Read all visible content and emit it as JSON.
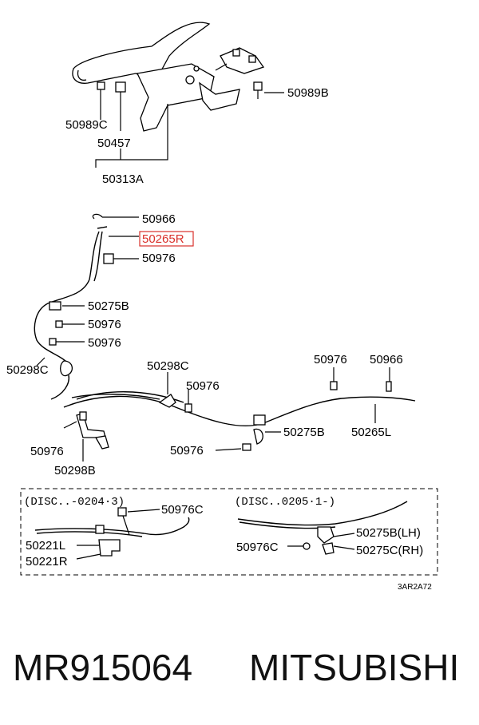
{
  "labels": {
    "l50989B": "50989B",
    "l50989C": "50989C",
    "l50457": "50457",
    "l50313A": "50313A",
    "l50966a": "50966",
    "l50265R": "50265R",
    "l50976a": "50976",
    "l50275Ba": "50275B",
    "l50976b": "50976",
    "l50976c": "50976",
    "l50298Ca": "50298C",
    "l50298Cb": "50298C",
    "l50976d": "50976",
    "l50976e": "50976",
    "l50966b": "50966",
    "l50275Bb": "50275B",
    "l50265L": "50265L",
    "l50976f": "50976",
    "l50298B": "50298B",
    "l50976g": "50976",
    "disc_left": "(DISC..-0204·3)",
    "disc_right": "(DISC..0205·1-)",
    "l50976Ca": "50976C",
    "l50221L": "50221L",
    "l50221R": "50221R",
    "l50275BLH": "50275B(LH)",
    "l50976Cb": "50976C",
    "l50275CRH": "50275C(RH)",
    "code": "3AR2A72"
  },
  "highlight_color": "#d9312b",
  "footer": {
    "part_number": "MR915064",
    "brand": "MITSUBISHI"
  }
}
